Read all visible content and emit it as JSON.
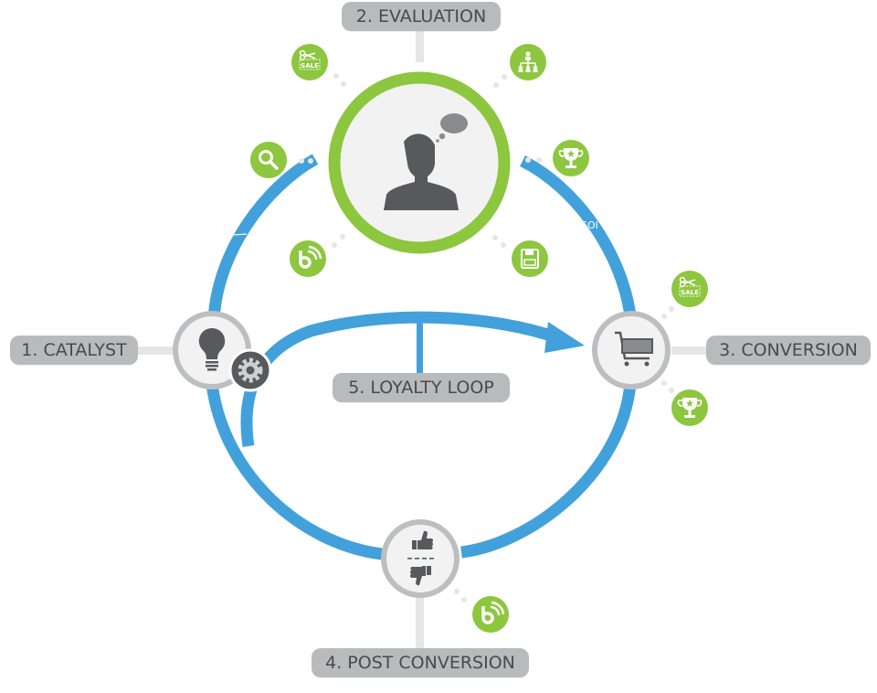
{
  "diagram": {
    "title": "Customer journey cycle",
    "colors": {
      "cycle_blue": "#42a1db",
      "accent_green": "#8dc63f",
      "label_gray": "#b9babc",
      "label_text": "#4a4a4c",
      "node_ring": "#bdbec0",
      "node_fill": "#f2f2f2",
      "icon_dark": "#58595b",
      "connector": "#e6e6e7"
    },
    "stages": [
      {
        "id": "catalyst",
        "label": "1. CATALYST",
        "icon": "lightbulb-icon",
        "badge_icon": "gear-icon"
      },
      {
        "id": "evaluation",
        "label": "2. EVALUATION",
        "icon": "thinking-person-icon"
      },
      {
        "id": "conversion",
        "label": "3. CONVERSION",
        "icon": "shopping-cart-icon"
      },
      {
        "id": "post-conversion",
        "label": "4. POST CONVERSION",
        "icon": "thumbs-up-down-icon"
      },
      {
        "id": "loyalty-loop",
        "label": "5. LOYALTY LOOP",
        "icon": "loop-arrow"
      }
    ],
    "satellite_icons": {
      "evaluation": [
        "sale-coupon-icon",
        "org-chart-icon",
        "search-icon",
        "trophy-icon",
        "blog-feed-icon",
        "save-disk-icon"
      ],
      "conversion": [
        "sale-coupon-icon",
        "trophy-icon"
      ],
      "post_conversion": [
        "blog-feed-icon"
      ]
    },
    "icon_texts": {
      "sale": "SALE",
      "cropped_fragment": "SOI"
    }
  }
}
